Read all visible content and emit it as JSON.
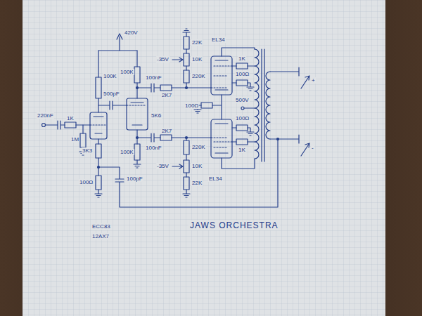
{
  "diagram": {
    "title": "JAWS ORCHESTRA",
    "labels": [
      "420V",
      "220nF",
      "1K",
      "1M",
      "100K",
      "500pF",
      "100K",
      "100nF",
      "2K7",
      "5K6",
      "100nF",
      "2K7",
      "100K",
      "22K",
      "10K",
      "-35V",
      "220K",
      "EL34",
      "100Ω",
      "1K",
      "100Ω",
      "500V",
      "100Ω",
      "1K",
      "EL34",
      "-35V",
      "220K",
      "10K",
      "22K",
      "3K3",
      "100Ω",
      "100pF",
      "+",
      "-",
      "ECC83",
      "12AX7"
    ]
  }
}
